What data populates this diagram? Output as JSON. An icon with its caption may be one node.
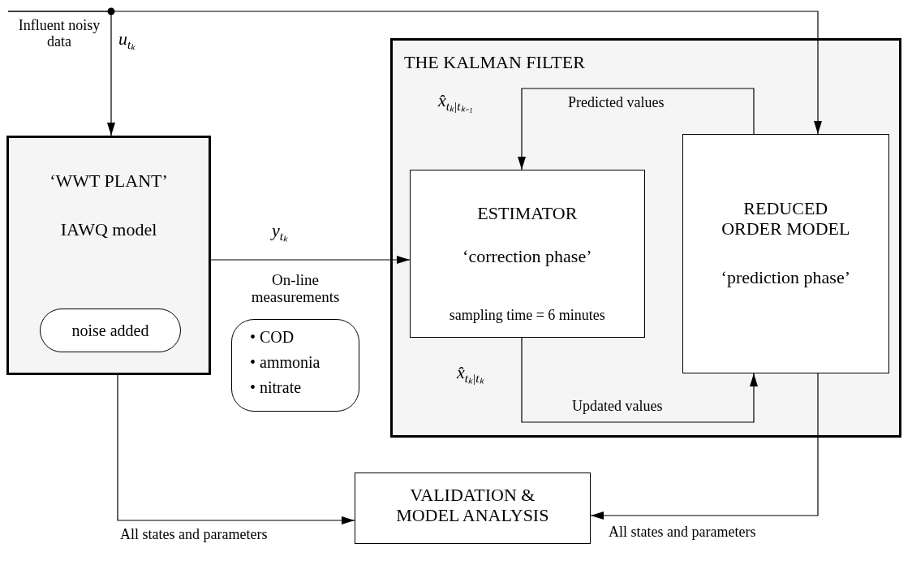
{
  "diagram": {
    "nodes": [
      {
        "text": [
          "‘WWT PLANT’",
          "IAWQ model"
        ]
      },
      {
        "text": [
          "noise added"
        ],
        "in": 0
      },
      {
        "text": [
          "• COD",
          "• ammonia",
          "• nitrate"
        ],
        "beside": [
          "On-line measurements"
        ]
      },
      {
        "text": [
          "THE KALMAN FILTER"
        ]
      },
      {
        "text": [
          "ESTIMATOR",
          "‘correction phase’",
          "sampling time = 6 minutes"
        ],
        "in": 3
      },
      {
        "text": [
          "REDUCED ORDER MODEL",
          "‘prediction phase’"
        ],
        "in": 3
      },
      {
        "text": [
          "VALIDATION & MODEL ANALYSIS"
        ]
      }
    ],
    "edges": [
      {
        "from": null,
        "to": 0,
        "arrow": "to",
        "label": "*u*$_{tₖ}$"
      },
      {
        "from": null,
        "to": 5,
        "arrow": "to"
      },
      {
        "from": 0,
        "to": 4,
        "arrow": "to",
        "label": "*y*$_{tₖ}$"
      },
      {
        "from": 5,
        "to": 4,
        "arrow": "to",
        "label": "Predicted values"
      },
      {
        "from": 4,
        "to": 5,
        "arrow": "to",
        "label": "Updated values"
      },
      {
        "from": 0,
        "to": 6,
        "arrow": "to",
        "label": "All states and parameters"
      },
      {
        "from": 5,
        "to": 6,
        "arrow": "to",
        "label": "All states and parameters"
      }
    ],
    "labels": [
      "Influent noisy data",
      "*x̂*$_{tₖ|tₖ₋₁}$",
      "*x̂*$_{tₖ|tₖ}$"
    ]
  }
}
